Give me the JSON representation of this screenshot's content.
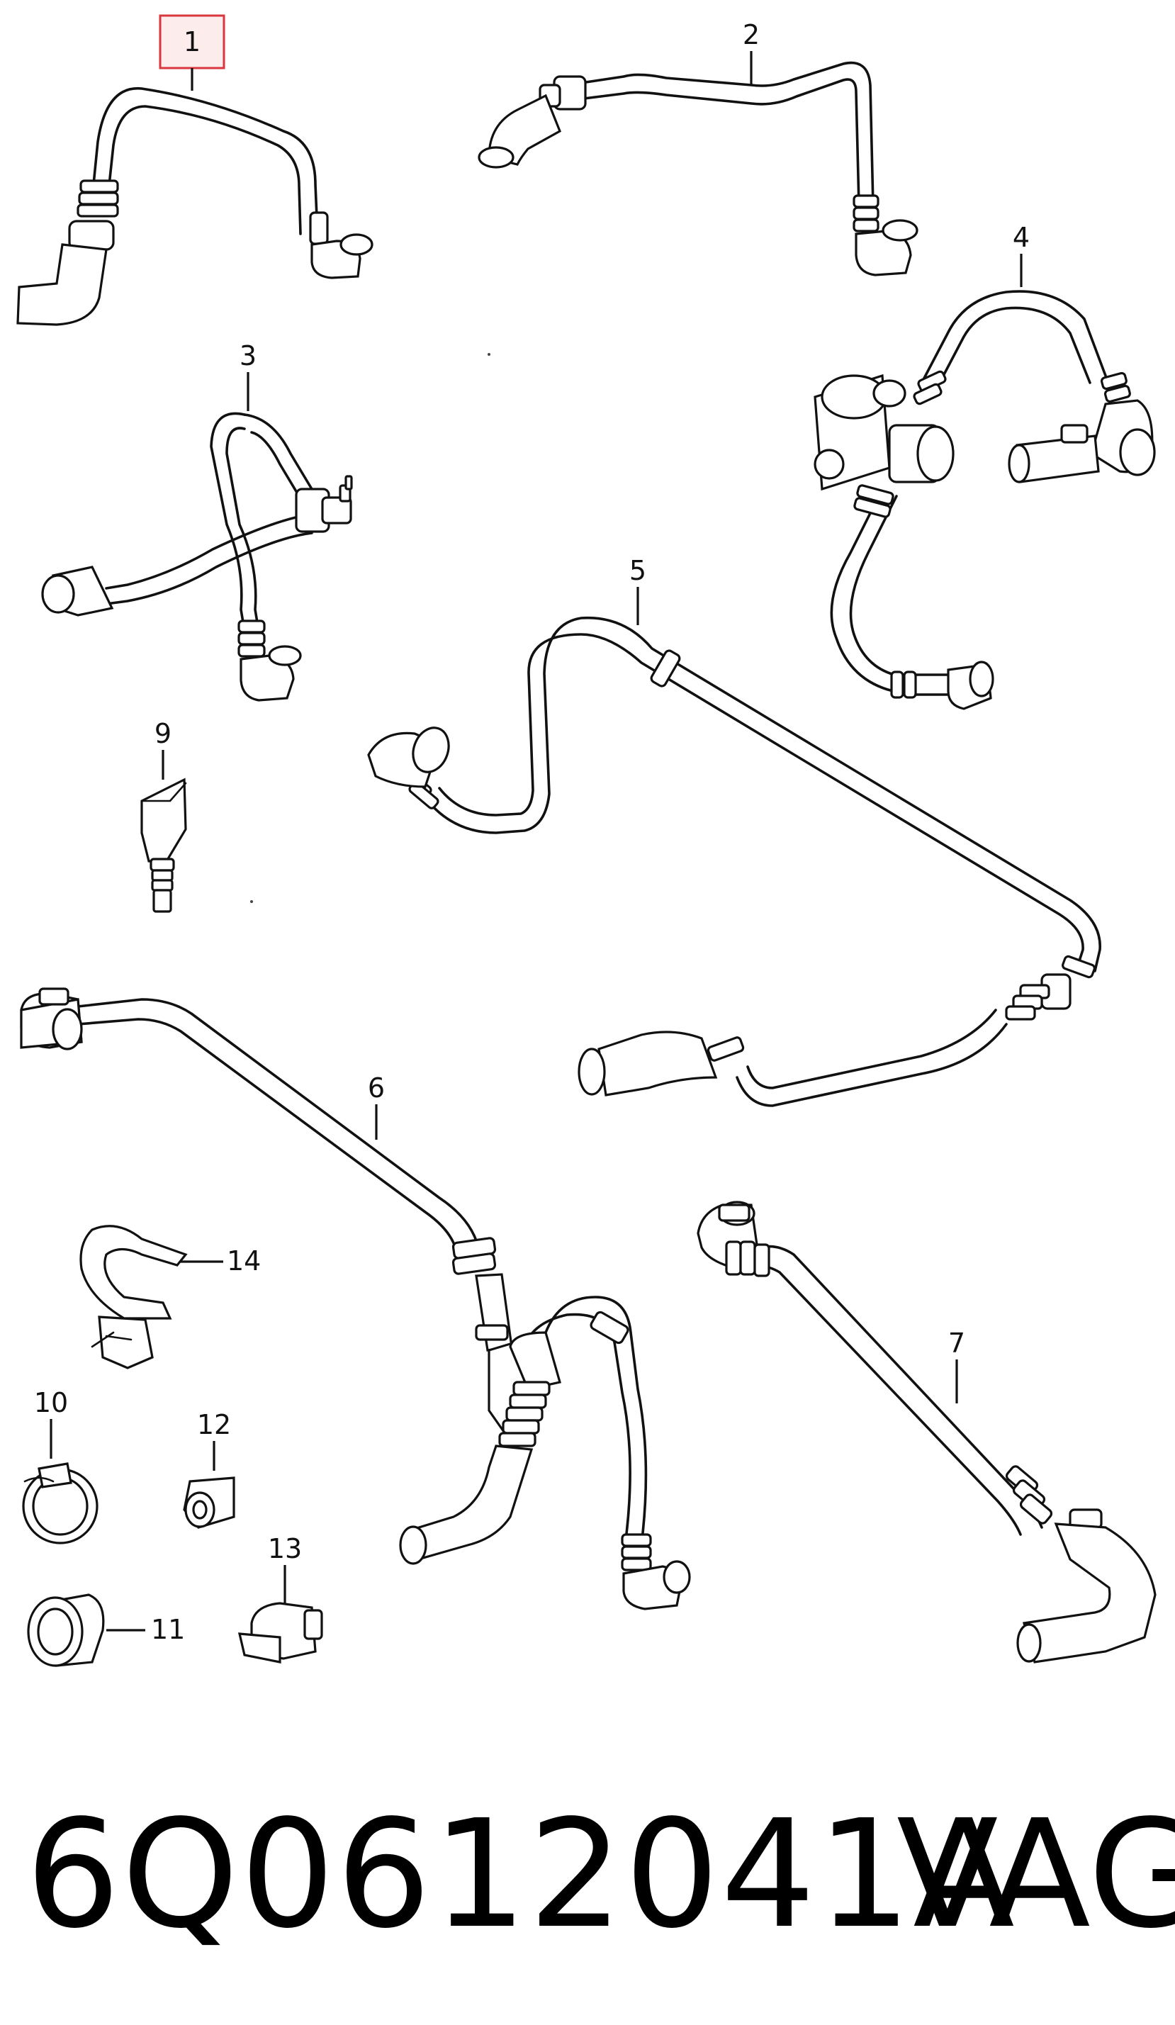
{
  "callouts": {
    "c1": "1",
    "c2": "2",
    "c3": "3",
    "c4": "4",
    "c5": "5",
    "c6": "6",
    "c7": "7",
    "c9": "9",
    "c10": "10",
    "c11": "11",
    "c12": "12",
    "c13": "13",
    "c14": "14"
  },
  "highlighted_callout": "1",
  "highlight_color": "#d9363e",
  "highlight_fill": "#fdecec",
  "caption": {
    "part_number": "6Q0612041A",
    "brand": "VAG"
  }
}
